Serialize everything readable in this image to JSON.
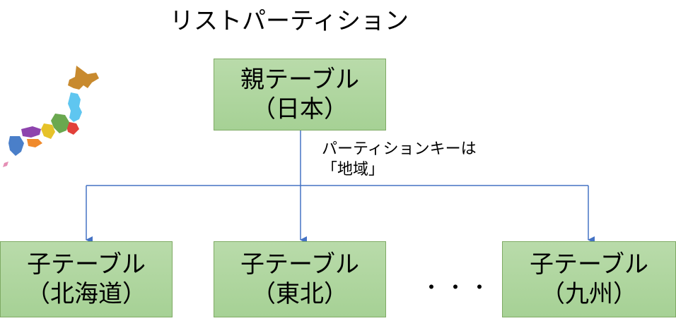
{
  "title": "リストパーティション",
  "parent": {
    "line1": "親テーブル",
    "line2": "（日本）"
  },
  "partition_key": {
    "line1": "パーティションキーは",
    "line2": "「地域」"
  },
  "children": [
    {
      "line1": "子テーブル",
      "line2": "（北海道）"
    },
    {
      "line1": "子テーブル",
      "line2": "（東北）"
    },
    {
      "line1": "子テーブル",
      "line2": "（九州）"
    }
  ],
  "ellipsis": "・・・",
  "colors": {
    "box_fill": "#a9d18e",
    "box_border": "#7faa64",
    "connector": "#4472c4"
  }
}
